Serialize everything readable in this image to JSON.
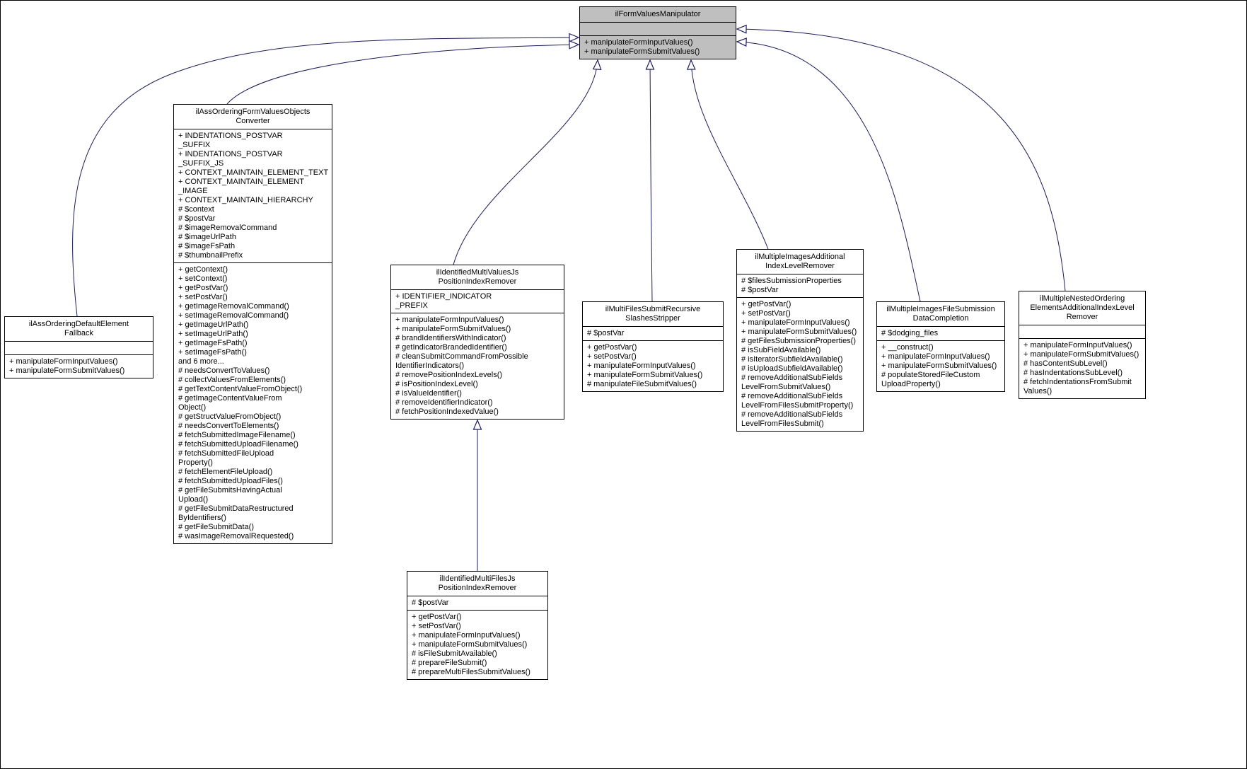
{
  "diagram_type": "uml-class-inheritance-graph",
  "edge_color": "#191970",
  "highlight_fill": "#bfbfbf",
  "classes": [
    {
      "name": "ilFormValuesManipulator",
      "title_lines": [
        "ilFormValuesManipulator"
      ],
      "attribute_lines": [],
      "method_lines": [
        "+ manipulateFormInputValues()",
        "+ manipulateFormSubmitValues()"
      ]
    },
    {
      "name": "ilAssOrderingDefaultElementFallback",
      "title_lines": [
        "ilAssOrderingDefaultElement",
        "Fallback"
      ],
      "attribute_lines": [],
      "method_lines": [
        "+ manipulateFormInputValues()",
        "+ manipulateFormSubmitValues()"
      ]
    },
    {
      "name": "ilAssOrderingFormValuesObjectsConverter",
      "title_lines": [
        "ilAssOrderingFormValuesObjects",
        "Converter"
      ],
      "attribute_lines": [
        "+ INDENTATIONS_POSTVAR",
        "_SUFFIX",
        "+ INDENTATIONS_POSTVAR",
        "_SUFFIX_JS",
        "+ CONTEXT_MAINTAIN_ELEMENT_TEXT",
        "+ CONTEXT_MAINTAIN_ELEMENT",
        "_IMAGE",
        "+ CONTEXT_MAINTAIN_HIERARCHY",
        "# $context",
        "# $postVar",
        "# $imageRemovalCommand",
        "# $imageUrlPath",
        "# $imageFsPath",
        "# $thumbnailPrefix"
      ],
      "method_lines": [
        "+ getContext()",
        "+ setContext()",
        "+ getPostVar()",
        "+ setPostVar()",
        "+ getImageRemovalCommand()",
        "+ setImageRemovalCommand()",
        "+ getImageUrlPath()",
        "+ setImageUrlPath()",
        "+ getImageFsPath()",
        "+ setImageFsPath()",
        "and 6 more...",
        "# needsConvertToValues()",
        "# collectValuesFromElements()",
        "# getTextContentValueFromObject()",
        "# getImageContentValueFrom",
        "Object()",
        "# getStructValueFromObject()",
        "# needsConvertToElements()",
        "# fetchSubmittedImageFilename()",
        "# fetchSubmittedUploadFilename()",
        "# fetchSubmittedFileUpload",
        "Property()",
        "# fetchElementFileUpload()",
        "# fetchSubmittedUploadFiles()",
        "# getFileSubmitsHavingActual",
        "Upload()",
        "# getFileSubmitDataRestructured",
        "ByIdentifiers()",
        "# getFileSubmitData()",
        "# wasImageRemovalRequested()"
      ]
    },
    {
      "name": "ilIdentifiedMultiValuesJsPositionIndexRemover",
      "title_lines": [
        "ilIdentifiedMultiValuesJs",
        "PositionIndexRemover"
      ],
      "attribute_lines": [
        "+ IDENTIFIER_INDICATOR",
        "_PREFIX"
      ],
      "method_lines": [
        "+ manipulateFormInputValues()",
        "+ manipulateFormSubmitValues()",
        "# brandIdentifiersWithIndicator()",
        "# getIndicatorBrandedIdentifier()",
        "# cleanSubmitCommandFromPossible",
        "IdentifierIndicators()",
        "# removePositionIndexLevels()",
        "# isPositionIndexLevel()",
        "# isValueIdentifier()",
        "# removeIdentifierIndicator()",
        "# fetchPositionIndexedValue()"
      ]
    },
    {
      "name": "ilMultiFilesSubmitRecursiveSlashesStripper",
      "title_lines": [
        "ilMultiFilesSubmitRecursive",
        "SlashesStripper"
      ],
      "attribute_lines": [
        "# $postVar"
      ],
      "method_lines": [
        "+ getPostVar()",
        "+ setPostVar()",
        "+ manipulateFormInputValues()",
        "+ manipulateFormSubmitValues()",
        "# manipulateFileSubmitValues()"
      ]
    },
    {
      "name": "ilMultipleImagesAdditionalIndexLevelRemover",
      "title_lines": [
        "ilMultipleImagesAdditional",
        "IndexLevelRemover"
      ],
      "attribute_lines": [
        "# $filesSubmissionProperties",
        "# $postVar"
      ],
      "method_lines": [
        "+ getPostVar()",
        "+ setPostVar()",
        "+ manipulateFormInputValues()",
        "+ manipulateFormSubmitValues()",
        "# getFilesSubmissionProperties()",
        "# isSubFieldAvailable()",
        "# isIteratorSubfieldAvailable()",
        "# isUploadSubfieldAvailable()",
        "# removeAdditionalSubFields",
        "LevelFromSubmitValues()",
        "# removeAdditionalSubFields",
        "LevelFromFilesSubmitProperty()",
        "# removeAdditionalSubFields",
        "LevelFromFilesSubmit()"
      ]
    },
    {
      "name": "ilMultipleImagesFileSubmissionDataCompletion",
      "title_lines": [
        "ilMultipleImagesFileSubmission",
        "DataCompletion"
      ],
      "attribute_lines": [
        "# $dodging_files"
      ],
      "method_lines": [
        "+ __construct()",
        "+ manipulateFormInputValues()",
        "+ manipulateFormSubmitValues()",
        "# populateStoredFileCustom",
        "UploadProperty()"
      ]
    },
    {
      "name": "ilMultipleNestedOrderingElementsAdditionalIndexLevelRemover",
      "title_lines": [
        "ilMultipleNestedOrdering",
        "ElementsAdditionalIndexLevel",
        "Remover"
      ],
      "attribute_lines": [],
      "method_lines": [
        "+ manipulateFormInputValues()",
        "+ manipulateFormSubmitValues()",
        "# hasContentSubLevel()",
        "# hasIndentationsSubLevel()",
        "# fetchIndentationsFromSubmit",
        "Values()"
      ]
    },
    {
      "name": "ilIdentifiedMultiFilesJsPositionIndexRemover",
      "title_lines": [
        "ilIdentifiedMultiFilesJs",
        "PositionIndexRemover"
      ],
      "attribute_lines": [
        "# $postVar"
      ],
      "method_lines": [
        "+ getPostVar()",
        "+ setPostVar()",
        "+ manipulateFormInputValues()",
        "+ manipulateFormSubmitValues()",
        "# isFileSubmitAvailable()",
        "# prepareFileSubmit()",
        "# prepareMultiFilesSubmitValues()"
      ]
    }
  ],
  "edges": [
    {
      "from": "ilAssOrderingDefaultElementFallback",
      "to": "ilFormValuesManipulator",
      "relation": "inherits"
    },
    {
      "from": "ilAssOrderingFormValuesObjectsConverter",
      "to": "ilFormValuesManipulator",
      "relation": "inherits"
    },
    {
      "from": "ilIdentifiedMultiValuesJsPositionIndexRemover",
      "to": "ilFormValuesManipulator",
      "relation": "inherits"
    },
    {
      "from": "ilMultiFilesSubmitRecursiveSlashesStripper",
      "to": "ilFormValuesManipulator",
      "relation": "inherits"
    },
    {
      "from": "ilMultipleImagesAdditionalIndexLevelRemover",
      "to": "ilFormValuesManipulator",
      "relation": "inherits"
    },
    {
      "from": "ilMultipleImagesFileSubmissionDataCompletion",
      "to": "ilFormValuesManipulator",
      "relation": "inherits"
    },
    {
      "from": "ilMultipleNestedOrderingElementsAdditionalIndexLevelRemover",
      "to": "ilFormValuesManipulator",
      "relation": "inherits"
    },
    {
      "from": "ilIdentifiedMultiFilesJsPositionIndexRemover",
      "to": "ilIdentifiedMultiValuesJsPositionIndexRemover",
      "relation": "inherits"
    }
  ]
}
